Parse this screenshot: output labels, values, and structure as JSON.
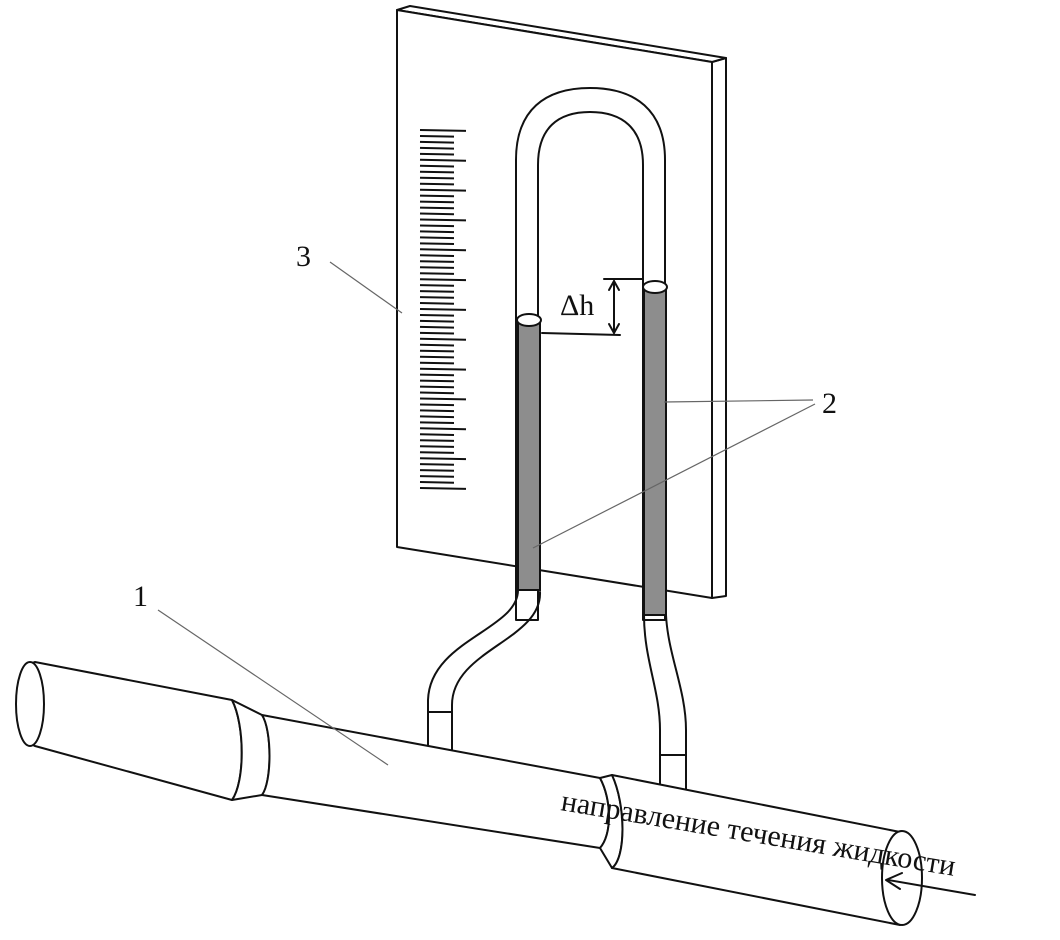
{
  "labels": {
    "pipe": "1",
    "liquid_columns": "2",
    "scale": "3",
    "delta_h": "Δh",
    "flow_direction": "направление течения жидкости"
  },
  "colors": {
    "line": "#111111",
    "liquid": "#8d8d8d",
    "leader": "#666666",
    "background": "#ffffff"
  },
  "scale": {
    "minor_ticks": 60,
    "major_every": 5
  }
}
